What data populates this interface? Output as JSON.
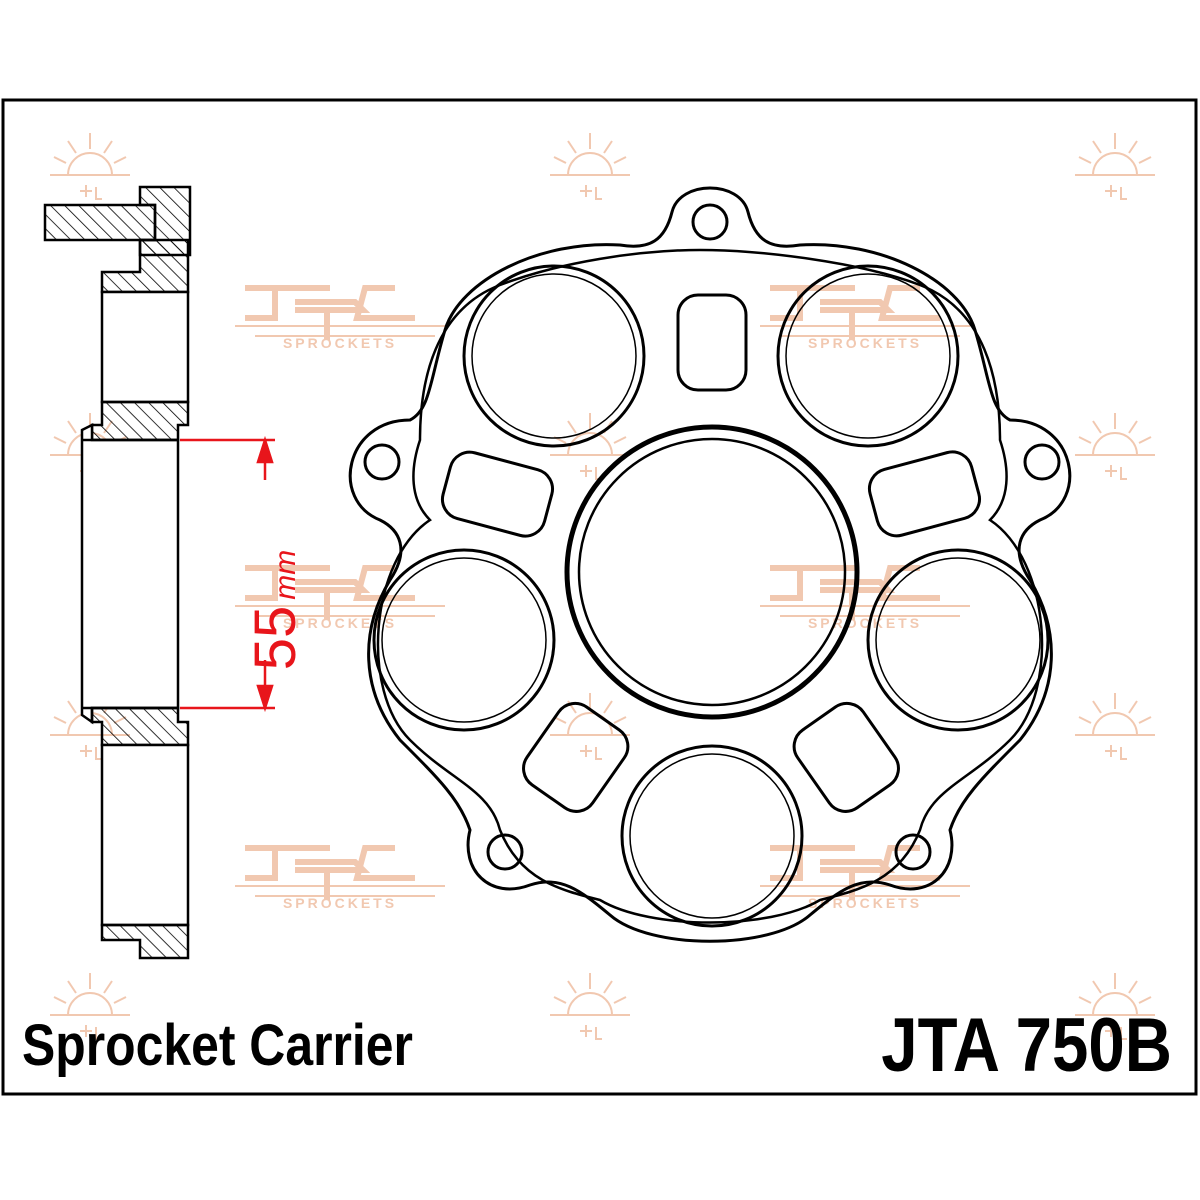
{
  "diagram": {
    "part_type_label": "Sprocket Carrier",
    "part_number": "JTA 750B",
    "dimension": {
      "value": "55",
      "unit": "mm"
    },
    "watermark": {
      "brand": "JT",
      "text": "SPROCKETS"
    }
  },
  "colors": {
    "line": "#000000",
    "dimension": "#e8151b",
    "watermark": "#f0c2a8",
    "background": "#ffffff"
  }
}
